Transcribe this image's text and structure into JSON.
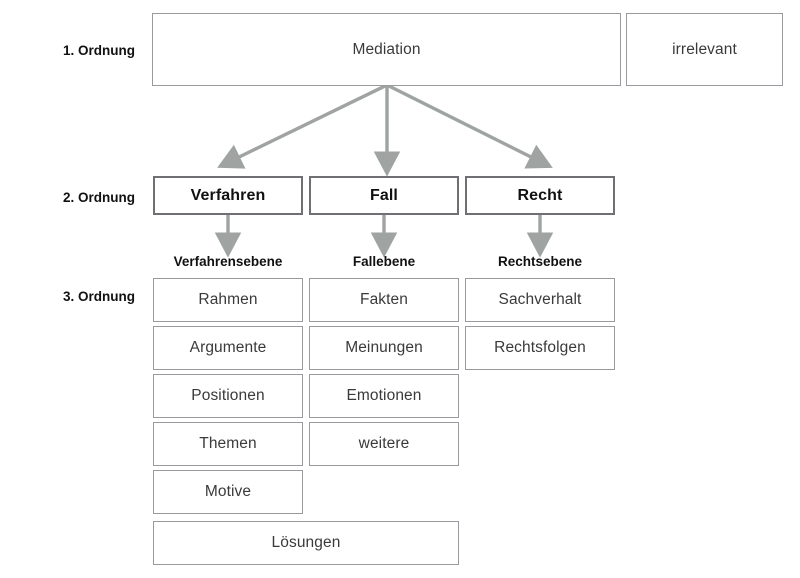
{
  "diagram": {
    "title_text_color": "#3a3a3a",
    "arrow_color": "#9fa3a1",
    "border_color": "#9a9a9e",
    "strong_border_color": "#6f6f74",
    "background": "#ffffff"
  },
  "tiers": [
    {
      "label": "1. Ordnung"
    },
    {
      "label": "2. Ordnung"
    },
    {
      "label": "3. Ordnung"
    }
  ],
  "level1": {
    "main": {
      "label": "Mediation"
    },
    "aside": {
      "label": "irrelevant"
    }
  },
  "level2": [
    {
      "label": "Verfahren"
    },
    {
      "label": "Fall"
    },
    {
      "label": "Recht"
    }
  ],
  "ebenen": [
    {
      "label": "Verfahrensebene"
    },
    {
      "label": "Fallebene"
    },
    {
      "label": "Rechtsebene"
    }
  ],
  "level3": {
    "columns": [
      {
        "name": "verfahrensebene",
        "items": [
          "Rahmen",
          "Argumente",
          "Positionen",
          "Themen",
          "Motive"
        ]
      },
      {
        "name": "fallebene",
        "items": [
          "Fakten",
          "Meinungen",
          "Emotionen",
          "weitere"
        ]
      },
      {
        "name": "rechtsebene",
        "items": [
          "Sachverhalt",
          "Rechtsfolgen"
        ]
      }
    ],
    "spanning": {
      "label": "Lösungen"
    }
  }
}
